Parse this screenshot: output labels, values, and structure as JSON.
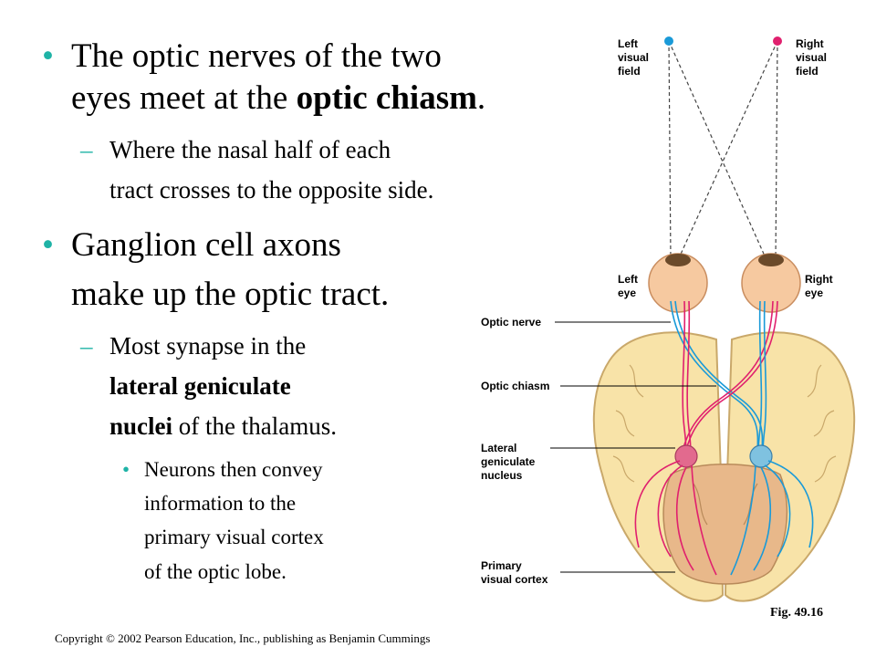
{
  "bullets": {
    "b1_line1": "The optic nerves of the two",
    "b1_line2_a": "eyes meet at the ",
    "b1_line2_b": "optic chiasm",
    "b1_line2_c": ".",
    "s1_line1": "Where the nasal half of each",
    "s1_line2": "tract crosses to the opposite side.",
    "b2_line1": "Ganglion cell axons",
    "b2_line2": "make up the optic tract.",
    "s2_line1": "Most synapse in the",
    "s2_line2": "lateral geniculate",
    "s2_line3_a": "nuclei",
    "s2_line3_b": " of the thalamus.",
    "t1_line1": "Neurons then convey",
    "t1_line2": "information to the",
    "t1_line3": "primary visual cortex",
    "t1_line4": "of the optic lobe."
  },
  "diagram": {
    "left_visual_field": [
      "Left",
      "visual",
      "field"
    ],
    "right_visual_field": [
      "Right",
      "visual",
      "field"
    ],
    "left_eye": [
      "Left",
      "eye"
    ],
    "right_eye": [
      "Right",
      "eye"
    ],
    "optic_nerve": "Optic nerve",
    "optic_chiasm": "Optic chiasm",
    "lgn": [
      "Lateral",
      "geniculate",
      "nucleus"
    ],
    "visual_cortex": [
      "Primary",
      "visual cortex"
    ],
    "colors": {
      "left_field": "#1a9ad8",
      "right_field": "#e0206e",
      "brain": "#f8e3a8",
      "brain_outline": "#c9a86a",
      "brainstem": "#e8b88a"
    }
  },
  "figure_label": "Fig. 49.16",
  "copyright": "Copyright © 2002 Pearson Education, Inc., publishing as Benjamin Cummings"
}
